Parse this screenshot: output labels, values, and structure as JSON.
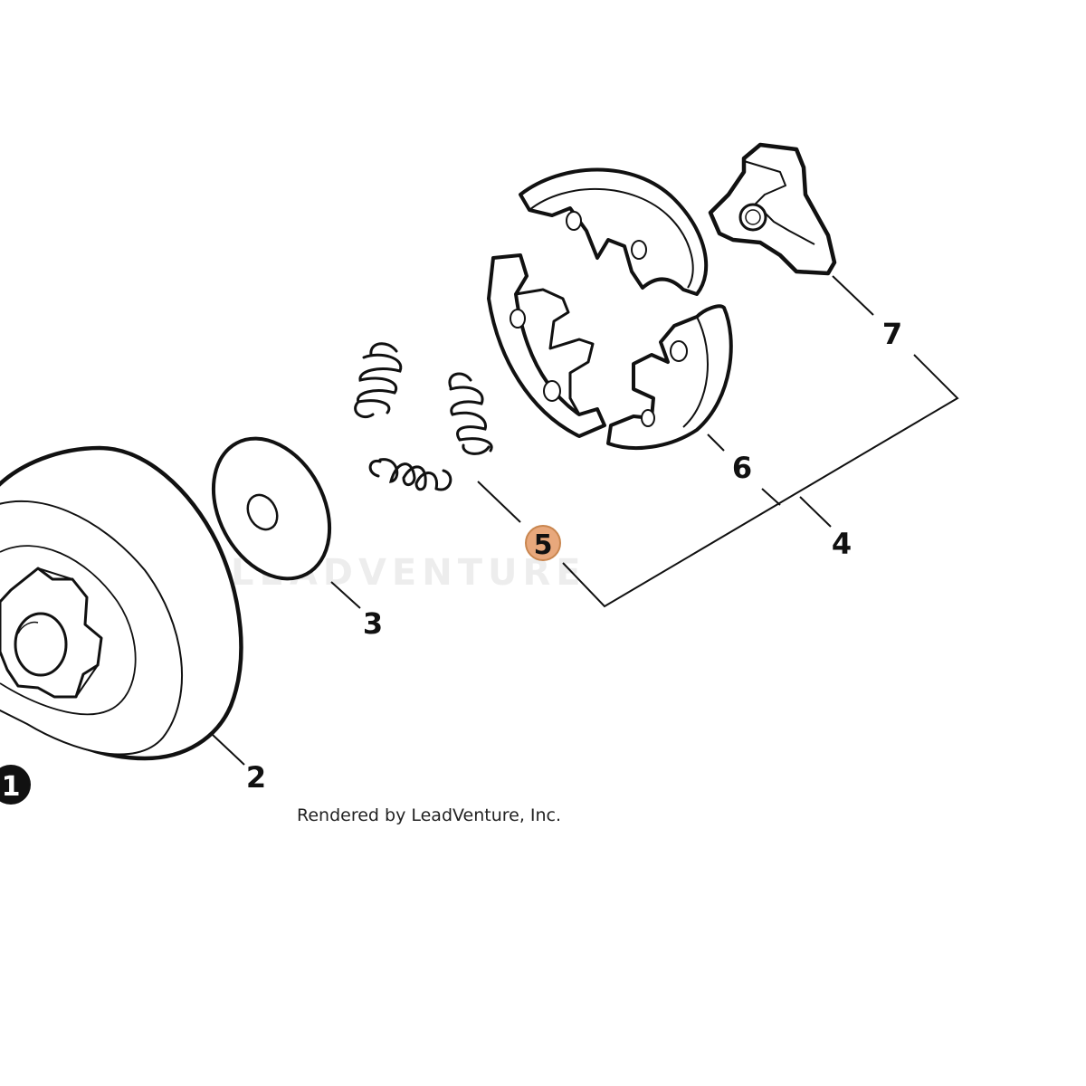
{
  "diagram": {
    "callouts": {
      "c1": "1",
      "c2": "2",
      "c3": "3",
      "c4": "4",
      "c5": "5",
      "c6": "6",
      "c7": "7"
    },
    "highlight_color": "#e8a87c",
    "highlight_stroke": "#c9864f",
    "credit": "Rendered by LeadVenture, Inc.",
    "watermark": "LEADVENTURE"
  }
}
